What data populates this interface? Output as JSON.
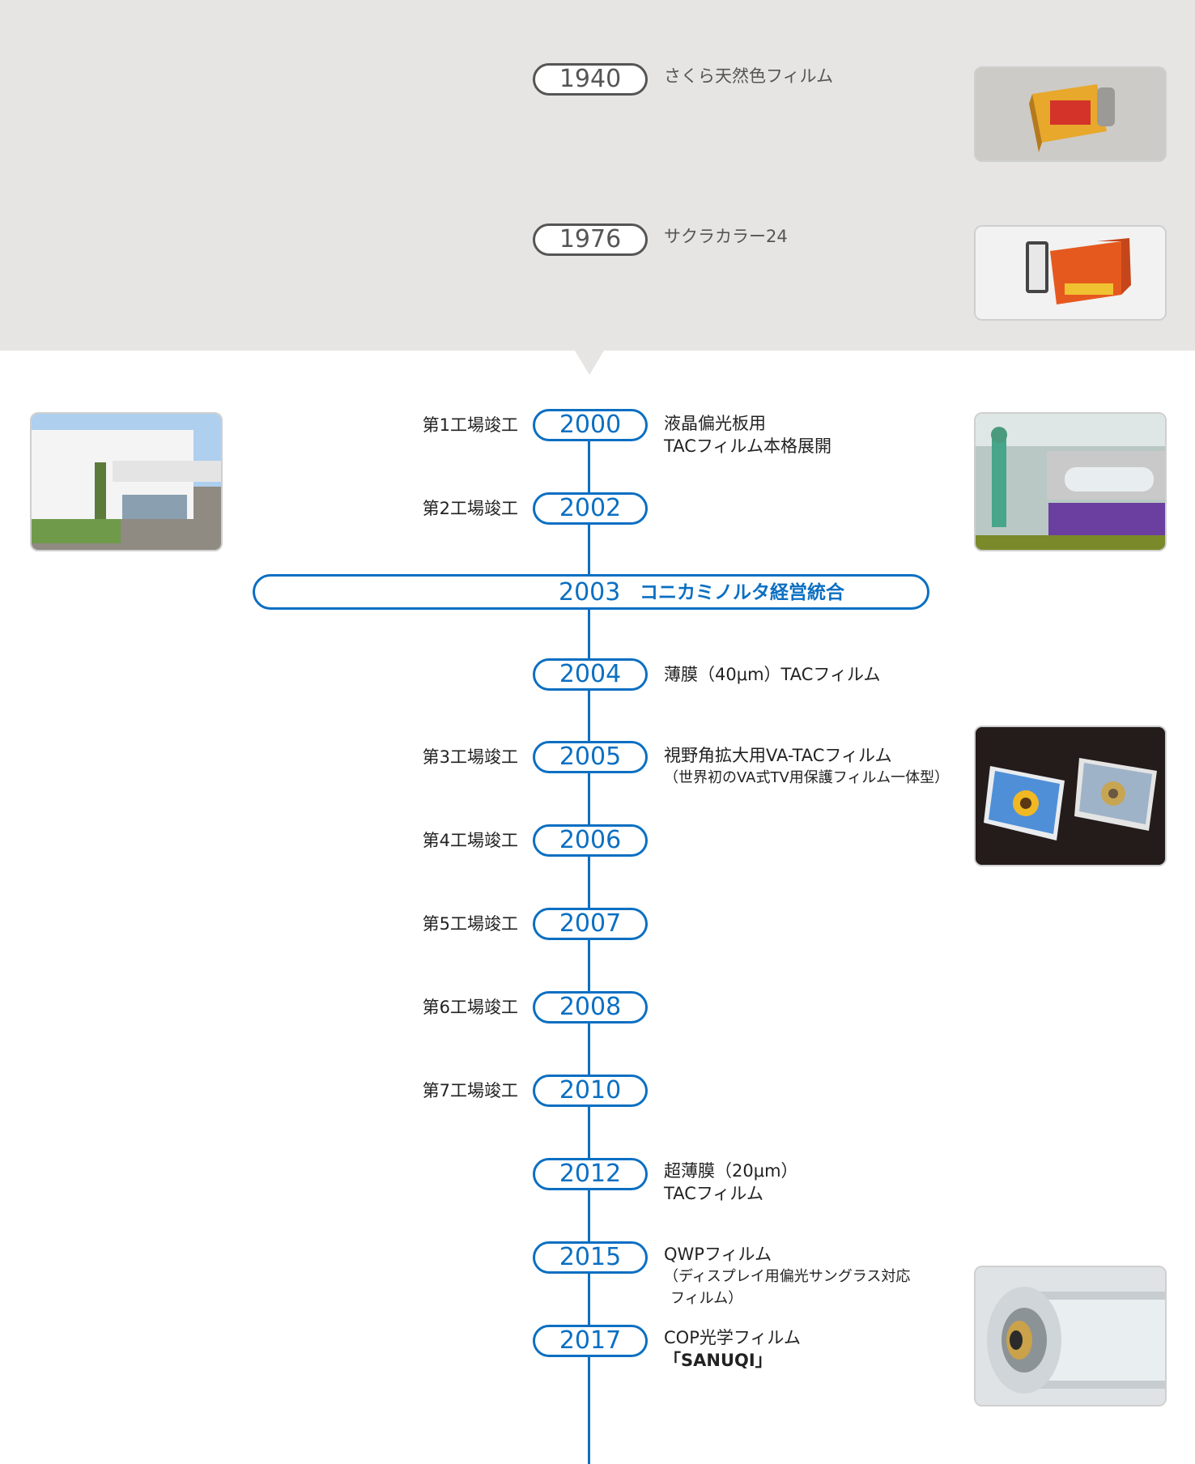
{
  "legacy": [
    {
      "year": "1940",
      "desc": "さくら天然色フィルム"
    },
    {
      "year": "1976",
      "desc": "サクラカラー24"
    }
  ],
  "merger": {
    "year": "2003",
    "title": "コニカミノルタ経営統合"
  },
  "timeline": [
    {
      "year": "2000",
      "left": "第1工場竣工",
      "desc1": "液晶偏光板用",
      "desc2": "TACフィルム本格展開"
    },
    {
      "year": "2002",
      "left": "第2工場竣工"
    },
    {
      "year": "2004",
      "desc1": "薄膜（40μm）TACフィルム"
    },
    {
      "year": "2005",
      "left": "第3工場竣工",
      "desc1": "視野角拡大用VA-TACフィルム",
      "sub1": "（世界初のVA式TV用保護フィルム一体型）"
    },
    {
      "year": "2006",
      "left": "第4工場竣工"
    },
    {
      "year": "2007",
      "left": "第5工場竣工"
    },
    {
      "year": "2008",
      "left": "第6工場竣工"
    },
    {
      "year": "2010",
      "left": "第7工場竣工"
    },
    {
      "year": "2012",
      "desc1": "超薄膜（20μm）",
      "desc2": "TACフィルム"
    },
    {
      "year": "2015",
      "desc1": "QWPフィルム",
      "sub1": "（ディスプレイ用偏光サングラス対応",
      "sub2": "フィルム）"
    },
    {
      "year": "2017",
      "desc1": "COP光学フィルム",
      "desc2": "「SANUQI」"
    }
  ]
}
